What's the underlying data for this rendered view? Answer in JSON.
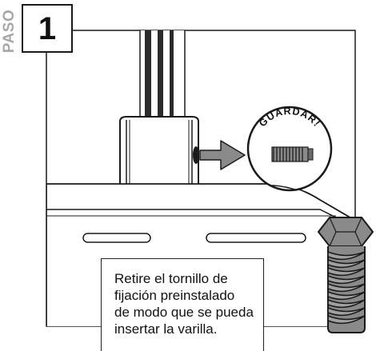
{
  "step": {
    "side_label": "PASO",
    "number": "1"
  },
  "callout": {
    "badge": "GUARDAR!"
  },
  "instruction": {
    "lines": [
      "Retire el tornillo de",
      "fijación preinstalado",
      "de modo que se pueda",
      "insertar la varilla."
    ]
  },
  "colors": {
    "line": "#1a1a1a",
    "pole_dark": "#2b2b2b",
    "hardware_gray": "#8a8a8a",
    "side_label_gray": "#a8a8a8",
    "background": "#ffffff"
  }
}
